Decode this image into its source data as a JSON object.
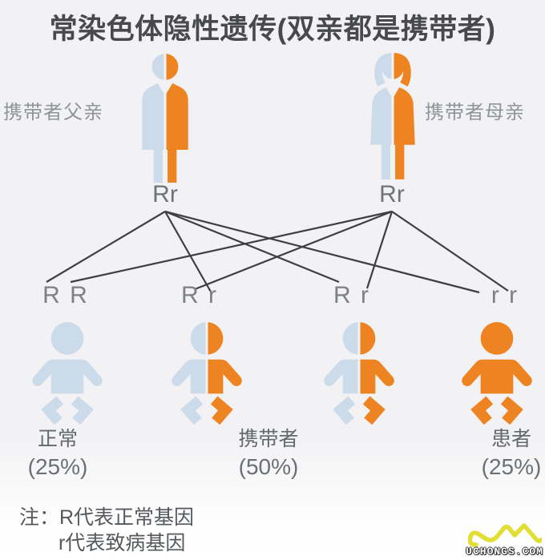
{
  "title": "常染色体隐性遗传(双亲都是携带者)",
  "parents": {
    "father": {
      "caption": "携带者父亲",
      "genotype": "Rr"
    },
    "mother": {
      "caption": "携带者母亲",
      "genotype": "Rr"
    }
  },
  "children": [
    {
      "genotype": "R R",
      "phenotype": "normal"
    },
    {
      "genotype": "R r",
      "phenotype": "carrier"
    },
    {
      "genotype": "R r",
      "phenotype": "carrier"
    },
    {
      "genotype": "r r",
      "phenotype": "affected"
    }
  ],
  "results": [
    {
      "label": "正常",
      "percent": "(25%)"
    },
    {
      "label": "携带者",
      "percent": "(50%)"
    },
    {
      "label": "患者",
      "percent": "(25%)"
    }
  ],
  "note": {
    "line1": "注：R代表正常基因",
    "line2": "r代表致病基因"
  },
  "watermark": {
    "text": "UCHONGS.COM"
  },
  "colors": {
    "orange": "#ee8321",
    "light_blue": "#ccdbe9",
    "line": "#2e3032",
    "background": "#f2f2f4",
    "watermark_yellow": "#e2de35"
  }
}
